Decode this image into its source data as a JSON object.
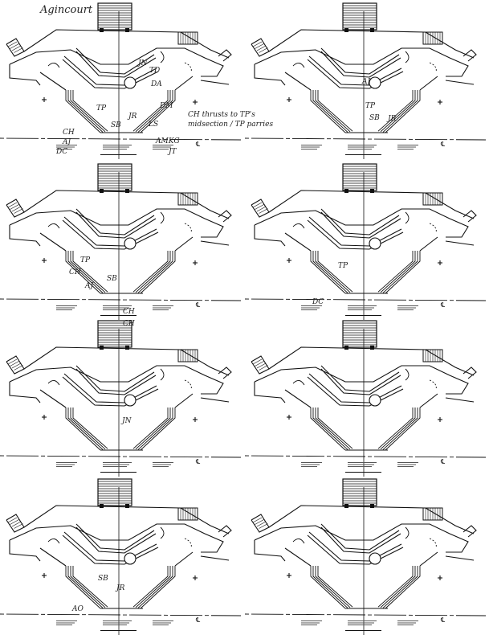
{
  "document": {
    "title": "Agincourt",
    "centerline_mark": "℄",
    "panels": [
      {
        "labels": {
          "jn": "JN",
          "td": "TD",
          "da": "DA",
          "tp": "TP",
          "jr": "JR",
          "sb": "SB",
          "dm": "DM",
          "ls": "LS",
          "ch": "CH",
          "aj": "AJ",
          "dc": "DC",
          "amkg": "AMKG",
          "jt": "JT"
        },
        "note": [
          "CH thrusts to TP's",
          "midsection / TP parries"
        ]
      },
      {
        "labels": {
          "aj": "AJ",
          "tp": "TP",
          "sb": "SB",
          "jr": "JR"
        }
      },
      {
        "labels": {
          "tp": "TP",
          "ch": "CH",
          "aj": "AJ",
          "sb": "SB",
          "ch2": "CH"
        }
      },
      {
        "labels": {
          "tp": "TP",
          "dc": "DC"
        }
      },
      {
        "labels": {
          "ch": "CH",
          "jn": "JN"
        }
      },
      {
        "labels": {}
      },
      {
        "labels": {
          "sb": "SB",
          "jr": "JR",
          "ao": "AO"
        }
      },
      {
        "labels": {}
      }
    ]
  }
}
